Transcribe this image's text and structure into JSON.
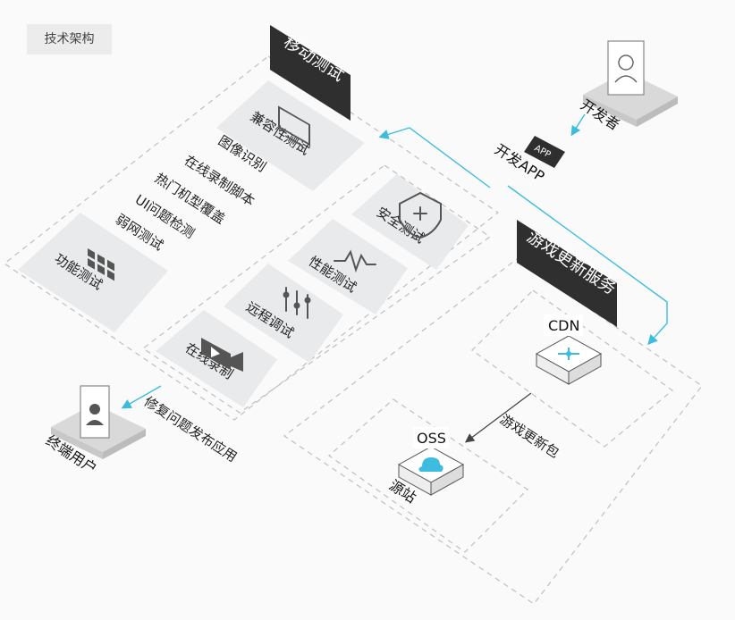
{
  "header": {
    "tag": "技术架构"
  },
  "mobile_test": {
    "title": "移动测试",
    "left_items": [
      "兼容性测试",
      "图像识别",
      "在线录制脚本",
      "热门机型覆盖",
      "UI问题检测",
      "弱网测试",
      "功能测试"
    ],
    "inner_items": [
      "安全测试",
      "性能测试",
      "远程调试",
      "在线录制"
    ]
  },
  "developer": {
    "label": "开发者",
    "app_label": "开发APP",
    "app_icon_text": "APP"
  },
  "game_update": {
    "title": "游戏更新服务",
    "cdn_label": "CDN",
    "oss_label": "OSS",
    "origin_label": "源站",
    "flow_label": "游戏更新包"
  },
  "end_user": {
    "label": "终端用户",
    "flow_label": "修复问题发布应用"
  },
  "colors": {
    "accent": "#3cbde0",
    "dark_panel": "#2f2f2f",
    "card": "#e9eaec"
  }
}
